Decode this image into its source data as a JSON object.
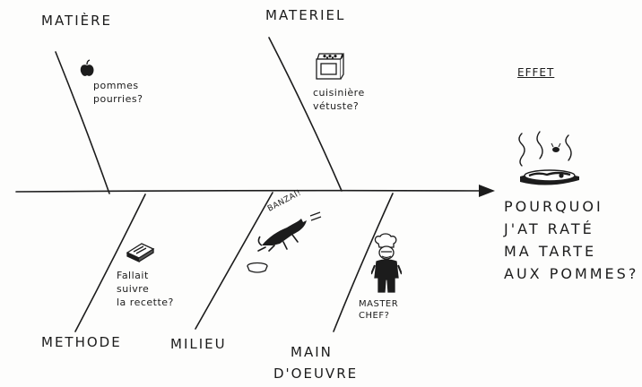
{
  "categories": {
    "matiere": "MATIÈRE",
    "materiel": "MATERIEL",
    "methode": "METHODE",
    "milieu": "MILIEU",
    "main_line1": "MAIN",
    "main_line2": "D'OEUVRE"
  },
  "effect": {
    "label": "EFFET",
    "question": "POURQUOI\nJ'AT RATÉ\nMA TARTE\nAUX POMMES?"
  },
  "causes": {
    "pommes": "pommes\npourries?",
    "cuisiniere": "cuisinière\nvétuste?",
    "recette": "Fallait\nsuivre\nla recette?",
    "banzai": "BANZAI!",
    "masterchef": "MASTER\nCHEF?"
  },
  "icons": [
    "apple-icon",
    "stove-icon",
    "pie-dish-icon",
    "recipe-book-icon",
    "leaping-cat-icon",
    "pet-bowl-icon",
    "chef-icon"
  ]
}
